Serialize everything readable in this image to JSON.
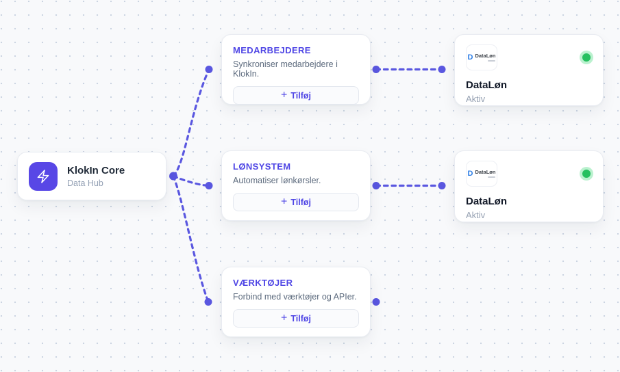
{
  "canvas": {
    "background_color": "#f8f9fb",
    "grid_dot_color": "#cbd4e2",
    "edge_color": "#5a57e0",
    "accent_color": "#4f46e5",
    "status_green": "#25c05f"
  },
  "ui": {
    "plus_glyph": "+",
    "logo_d": "D"
  },
  "core_node": {
    "title": "KlokIn Core",
    "subtitle": "Data Hub",
    "icon": "bolt-icon",
    "icon_bg": "#5847e6"
  },
  "category_nodes": [
    {
      "title": "MEDARBEJDERE",
      "description": "Synkroniser medarbejdere i KlokIn.",
      "button_label": "Tilføj"
    },
    {
      "title": "LØNSYSTEM",
      "description": "Automatiser lønkørsler.",
      "button_label": "Tilføj"
    },
    {
      "title": "VÆRKTØJER",
      "description": "Forbind med værktøjer og APIer.",
      "button_label": "Tilføj"
    }
  ],
  "integration_nodes": [
    {
      "logo_text": "DataLøn",
      "name": "DataLøn",
      "status": "Aktiv"
    },
    {
      "logo_text": "DataLøn",
      "name": "DataLøn",
      "status": "Aktiv"
    }
  ]
}
